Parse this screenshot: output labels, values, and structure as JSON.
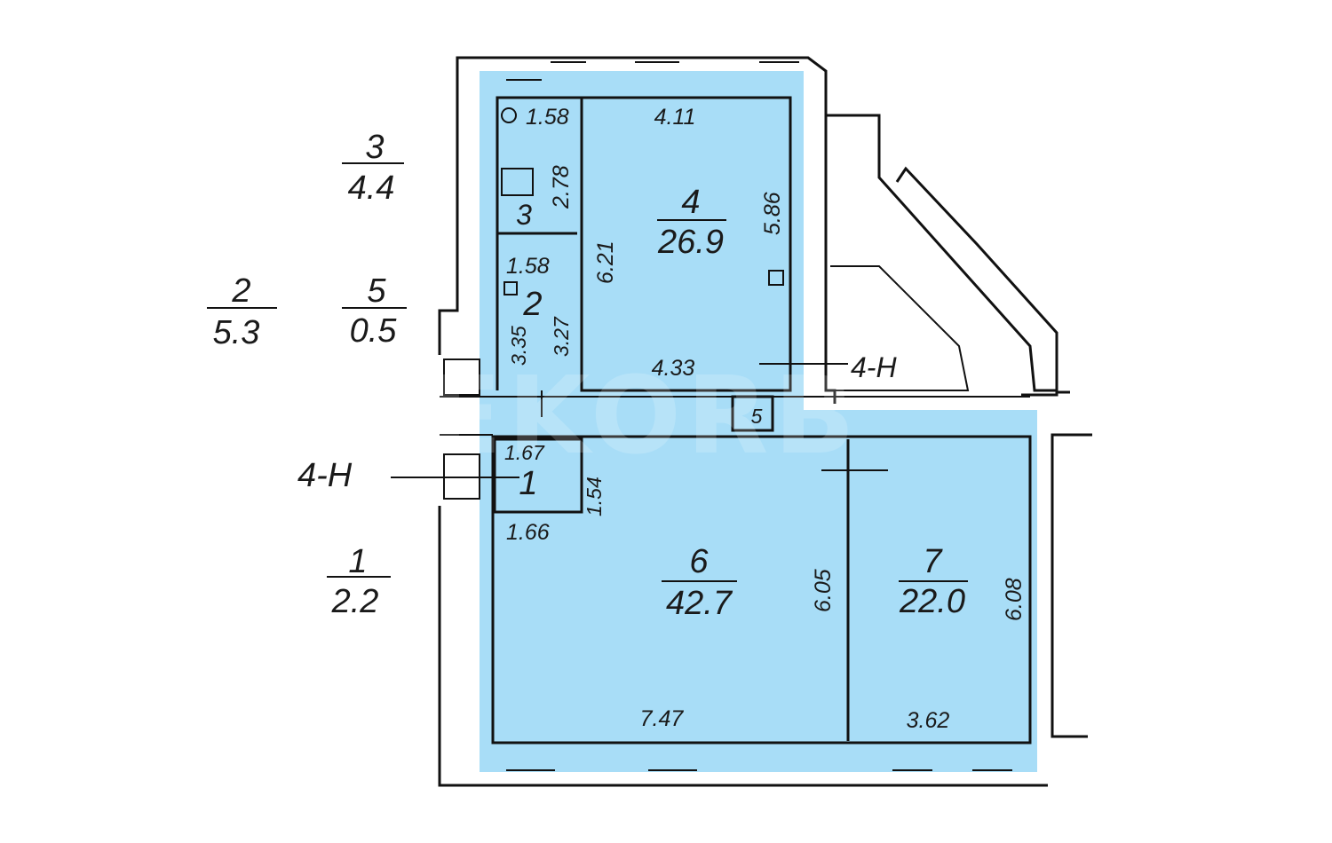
{
  "highlight_color": "#a8ddf7",
  "watermark": "REKORB",
  "outside_labels": [
    {
      "num": "3",
      "area": "4.4"
    },
    {
      "num": "2",
      "area": "5.3"
    },
    {
      "num": "5",
      "area": "0.5"
    },
    {
      "num": "1",
      "area": "2.2"
    }
  ],
  "rooms": {
    "r4": {
      "num": "4",
      "area": "26.9"
    },
    "r6": {
      "num": "6",
      "area": "42.7"
    },
    "r7": {
      "num": "7",
      "area": "22.0"
    },
    "r3": {
      "num": "3"
    },
    "r2": {
      "num": "2"
    },
    "r1": {
      "num": "1"
    },
    "r5": {
      "num": "5"
    }
  },
  "dimensions": {
    "d158a": "1.58",
    "d278": "2.78",
    "d411": "4.11",
    "d586": "5.86",
    "d621": "6.21",
    "d158b": "1.58",
    "d335": "3.35",
    "d327": "3.27",
    "d433": "4.33",
    "d167": "1.67",
    "d154": "1.54",
    "d166": "1.66",
    "d605": "6.05",
    "d608": "6.08",
    "d747": "7.47",
    "d362": "3.62"
  },
  "section_marks": {
    "left": "4-H",
    "right": "4-H"
  }
}
